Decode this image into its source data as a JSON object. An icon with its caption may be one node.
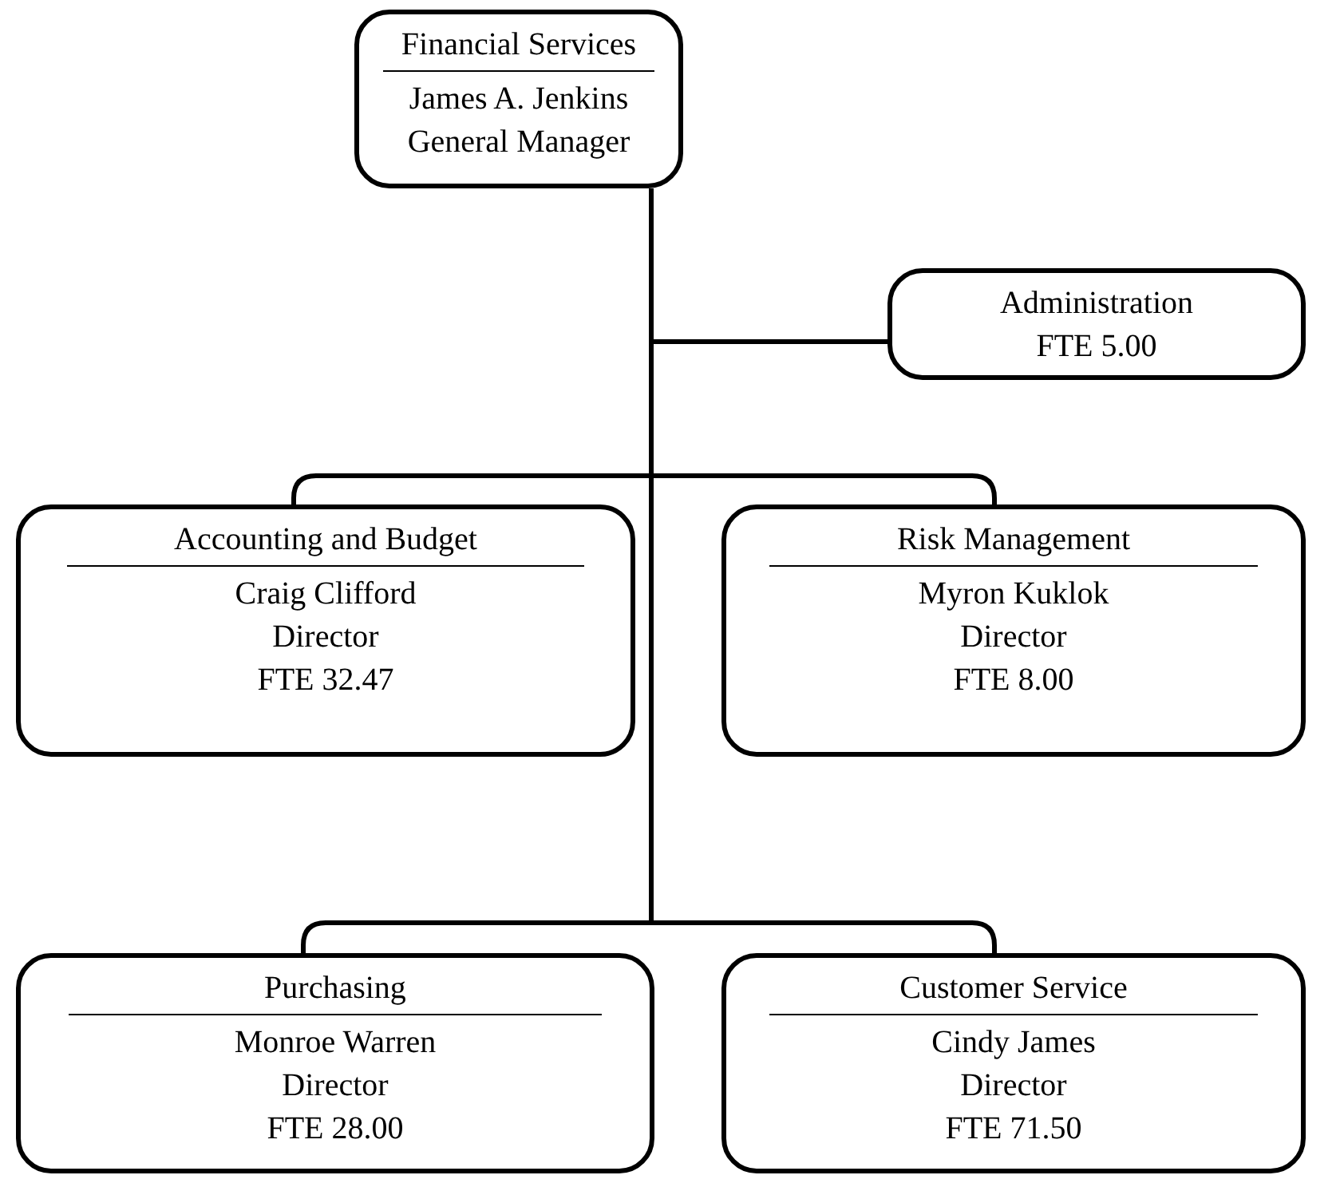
{
  "diagram": {
    "nodes": [
      {
        "text": [
          "Financial Services",
          "James A. Jenkins",
          "General Manager"
        ]
      },
      {
        "text": [
          "Administration",
          "FTE 5.00"
        ]
      },
      {
        "text": [
          "Accounting and Budget",
          "Craig Clifford",
          "Director",
          "FTE 32.47"
        ]
      },
      {
        "text": [
          "Risk Management",
          "Myron Kuklok",
          "Director",
          "FTE 8.00"
        ]
      },
      {
        "text": [
          "Purchasing",
          "Monroe Warren",
          "Director",
          "FTE 28.00"
        ]
      },
      {
        "text": [
          "Customer Service",
          "Cindy James",
          "Director",
          "FTE 71.50"
        ]
      }
    ],
    "edges": [
      {
        "from": 0,
        "to": 1,
        "arrow": "none"
      },
      {
        "from": 0,
        "to": 2,
        "arrow": "none"
      },
      {
        "from": 0,
        "to": 3,
        "arrow": "none"
      },
      {
        "from": 0,
        "to": 4,
        "arrow": "none"
      },
      {
        "from": 0,
        "to": 5,
        "arrow": "none"
      }
    ]
  }
}
